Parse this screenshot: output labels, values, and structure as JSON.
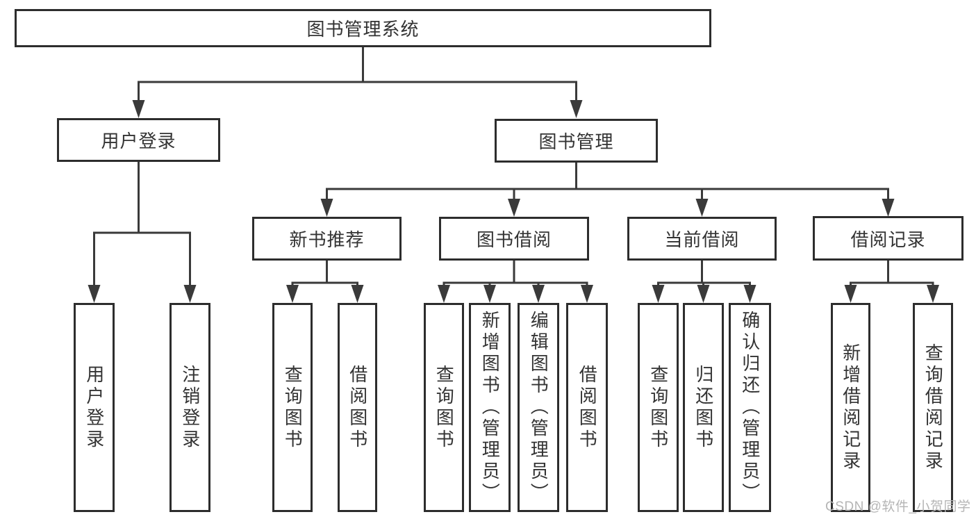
{
  "tree": {
    "label": "图书管理系统",
    "children": [
      {
        "label": "用户登录",
        "children": [
          {
            "label": "用户登录"
          },
          {
            "label": "注销登录"
          }
        ]
      },
      {
        "label": "图书管理",
        "children": [
          {
            "label": "新书推荐",
            "children": [
              {
                "label": "查询图书"
              },
              {
                "label": "借阅图书"
              }
            ]
          },
          {
            "label": "图书借阅",
            "children": [
              {
                "label": "查询图书"
              },
              {
                "label": "新增图书（管理员）"
              },
              {
                "label": "编辑图书（管理员）"
              },
              {
                "label": "借阅图书"
              }
            ]
          },
          {
            "label": "当前借阅",
            "children": [
              {
                "label": "查询图书"
              },
              {
                "label": "归还图书"
              },
              {
                "label": "确认归还（管理员）"
              }
            ]
          },
          {
            "label": "借阅记录",
            "children": [
              {
                "label": "新增借阅记录"
              },
              {
                "label": "查询借阅记录"
              }
            ]
          }
        ]
      }
    ]
  },
  "watermark": {
    "text": "CSDN @软件_小贺同学"
  },
  "colors": {
    "line": "#3a3a3a",
    "border": "#2d2d2d",
    "text": "#333333",
    "watermark": "#b5b5b5",
    "background": "#ffffff"
  }
}
